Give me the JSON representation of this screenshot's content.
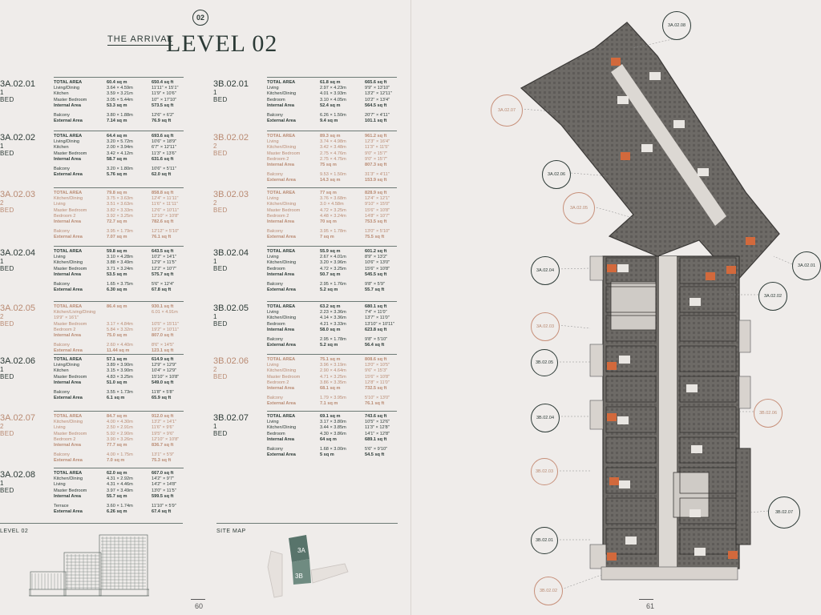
{
  "header": {
    "badge": "02",
    "arrival": "THE ARRIVAL",
    "level_title": "LEVEL 02"
  },
  "footer": {
    "left_page": "60",
    "right_page": "61",
    "level_label": "LEVEL 02",
    "site_map_label": "SITE MAP",
    "site_map_3a": "3A",
    "site_map_3b": "3B"
  },
  "units_left": [
    {
      "code": "3A.02.01",
      "beds": "1 BED",
      "beige": false,
      "total": [
        "TOTAL AREA",
        "60.4 sq m",
        "650.4 sq ft"
      ],
      "rows": [
        [
          "Living/Dining",
          "3.64 × 4.59m",
          "11'11\" × 15'1\""
        ],
        [
          "Kitchen",
          "3.59 × 3.21m",
          "11'9\" × 10'6\""
        ],
        [
          "Master Bedroom",
          "3.05 × 5.44m",
          "10'\" × 17'10\""
        ],
        [
          "Internal Area",
          "53.3 sq m",
          "573.5 sq ft"
        ],
        [
          "Balcony",
          "3.80 × 1.88m",
          "12'6\" × 6'2\""
        ],
        [
          "External Area",
          "7.14 sq m",
          "76.9 sq ft"
        ]
      ]
    },
    {
      "code": "3A.02.02",
      "beds": "1 BED",
      "beige": false,
      "total": [
        "TOTAL AREA",
        "64.4 sq m",
        "693.6 sq ft"
      ],
      "rows": [
        [
          "Living/Dining",
          "3.20 × 5.72m",
          "10'6\" × 18'9\""
        ],
        [
          "Kitchen",
          "2.00 × 3.94m",
          "6'7\" × 12'11\""
        ],
        [
          "Master Bedroom",
          "3.42 × 4.12m",
          "11'3\" × 13'6\""
        ],
        [
          "Internal Area",
          "58.7 sq m",
          "631.6 sq ft"
        ],
        [
          "Balcony",
          "3.20 × 1.80m",
          "10'6\" × 5'11\""
        ],
        [
          "External Area",
          "5.76 sq m",
          "62.0 sq ft"
        ]
      ]
    },
    {
      "code": "3A.02.03",
      "beds": "2 BED",
      "beige": true,
      "total": [
        "TOTAL AREA",
        "79.8 sq m",
        "858.8 sq ft"
      ],
      "rows": [
        [
          "Kitchen/Dining",
          "3.75 × 3.63m",
          "12'4\" × 11'11\""
        ],
        [
          "Living",
          "3.51 × 3.63m",
          "11'6\" × 11'11\""
        ],
        [
          "Master Bedroom",
          "3.82 × 3.33m",
          "12'6\" × 10'11\""
        ],
        [
          "Bedroom 2",
          "3.92 × 3.25m",
          "12'10\" × 10'8\""
        ],
        [
          "Internal Area",
          "72.7 sq m",
          "782.6 sq ft"
        ],
        [
          "Balcony",
          "3.95 × 1.79m",
          "12'12\" × 5'10\""
        ],
        [
          "External Area",
          "7.07 sq m",
          "76.1 sq ft"
        ]
      ]
    },
    {
      "code": "3A.02.04",
      "beds": "1 BED",
      "beige": false,
      "total": [
        "TOTAL AREA",
        "59.8 sq m",
        "643.5 sq ft"
      ],
      "rows": [
        [
          "Living",
          "3.10 × 4.28m",
          "10'2\" × 14'1\""
        ],
        [
          "Kitchen/Dining",
          "3.88 × 3.49m",
          "12'9\" × 11'5\""
        ],
        [
          "Master Bedroom",
          "3.71 × 3.24m",
          "12'2\" × 10'7\""
        ],
        [
          "Internal Area",
          "53.5 sq m",
          "575.7 sq ft"
        ],
        [
          "Balcony",
          "1.65 × 3.75m",
          "5'6\" × 12'4\""
        ],
        [
          "External Area",
          "6.30 sq m",
          "67.8 sq ft"
        ]
      ]
    },
    {
      "code": "3A.02.05",
      "beds": "2 BED",
      "beige": true,
      "total": [
        "TOTAL AREA",
        "86.4 sq m",
        "930.1 sq ft"
      ],
      "rows": [
        [
          "Kitchen/Living/Dining",
          "",
          "6.01 × 4.91m"
        ],
        [
          "19'9\" × 16'1\"",
          "",
          ""
        ],
        [
          "Master Bedroom",
          "3.17 × 4.84m",
          "10'5\" × 15'11\""
        ],
        [
          "Bedroom 2",
          "5.84 × 3.32m",
          "19'2\" × 10'11\""
        ],
        [
          "Internal Area",
          "75.0 sq m",
          "807.0 sq ft"
        ],
        [
          "Balcony",
          "2.60 × 4.40m",
          "8'6\" × 14'5\""
        ],
        [
          "External Area",
          "11.44 sq m",
          "123.1 sq ft"
        ]
      ]
    },
    {
      "code": "3A.02.06",
      "beds": "1 BED",
      "beige": false,
      "total": [
        "TOTAL AREA",
        "57.1 sq m",
        "614.9 sq ft"
      ],
      "rows": [
        [
          "Living/Dining",
          "3.89 × 3.90m",
          "12'9\" × 12'9\""
        ],
        [
          "Kitchen",
          "3.15 × 3.90m",
          "10'4\" × 12'9\""
        ],
        [
          "Master Bedroom",
          "4.83 × 3.25m",
          "15'10\" × 10'8\""
        ],
        [
          "Internal Area",
          "51.0 sq m",
          "549.0 sq ft"
        ],
        [
          "Balcony",
          "3.55 × 1.73m",
          "11'8\" × 5'8\""
        ],
        [
          "External Area",
          "6.1 sq m",
          "65.9 sq ft"
        ]
      ]
    },
    {
      "code": "3A.02.07",
      "beds": "2 BED",
      "beige": true,
      "total": [
        "TOTAL AREA",
        "84.7 sq m",
        "912.0 sq ft"
      ],
      "rows": [
        [
          "Kitchen/Dining",
          "4.00 × 4.30m",
          "13'2\" × 14'1\""
        ],
        [
          "Living",
          "2.50 × 2.91m",
          "11'6\" × 9'6\""
        ],
        [
          "Master Bedroom",
          "5.92 × 2.90m",
          "19'5\" × 9'6\""
        ],
        [
          "Bedroom 2",
          "3.90 × 3.26m",
          "12'10\" × 10'8\""
        ],
        [
          "Internal Area",
          "77.7 sq m",
          "836.7 sq ft"
        ],
        [
          "Balcony",
          "4.00 × 1.75m",
          "13'1\" × 5'9\""
        ],
        [
          "External Area",
          "7.0 sq m",
          "75.3 sq ft"
        ]
      ]
    },
    {
      "code": "3A.02.08",
      "beds": "1 BED",
      "beige": false,
      "total": [
        "TOTAL AREA",
        "62.0 sq m",
        "667.0 sq ft"
      ],
      "rows": [
        [
          "Kitchen/Dining",
          "4.31 × 2.92m",
          "14'2\" × 9'7\""
        ],
        [
          "Living",
          "4.31 × 4.46m",
          "14'2\" × 14'8\""
        ],
        [
          "Master Bedroom",
          "3.97 × 3.49m",
          "13'0\" × 11'5\""
        ],
        [
          "Internal Area",
          "55.7 sq m",
          "599.5 sq ft"
        ],
        [
          "Terrace",
          "3.60 × 1.74m",
          "11'10\" × 5'9\""
        ],
        [
          "External Area",
          "6.26 sq m",
          "67.4 sq ft"
        ]
      ]
    }
  ],
  "units_right": [
    {
      "code": "3B.02.01",
      "beds": "1 BED",
      "beige": false,
      "total": [
        "TOTAL AREA",
        "61.8 sq m",
        "665.6 sq ft"
      ],
      "rows": [
        [
          "Living",
          "2.97 × 4.23m",
          "9'9\" × 13'10\""
        ],
        [
          "Kitchen/Dining",
          "4.01 × 3.93m",
          "13'2\" × 12'11\""
        ],
        [
          "Bedroom",
          "3.10 × 4.05m",
          "10'2\" × 13'4\""
        ],
        [
          "Internal Area",
          "52.4 sq m",
          "564.5 sq ft"
        ],
        [
          "Balcony",
          "6.26 × 1.50m",
          "20'7\" × 4'11\""
        ],
        [
          "External Area",
          "9.4 sq m",
          "101.1 sq ft"
        ]
      ]
    },
    {
      "code": "3B.02.02",
      "beds": "2 BED",
      "beige": true,
      "total": [
        "TOTAL AREA",
        "89.3 sq m",
        "961.2 sq ft"
      ],
      "rows": [
        [
          "Living",
          "3.74 × 4.98m",
          "12'3\" × 16'4\""
        ],
        [
          "Kitchen/Dining",
          "3.42 × 3.48m",
          "11'3\" × 11'5\""
        ],
        [
          "Master Bedroom",
          "2.75 × 4.76m",
          "9'0\" × 15'7\""
        ],
        [
          "Bedroom 2",
          "2.75 × 4.75m",
          "9'0\" × 15'7\""
        ],
        [
          "Internal Area",
          "75 sq m",
          "807.3 sq ft"
        ],
        [
          "Balcony",
          "9.53 × 1.50m",
          "31'3\" × 4'11\""
        ],
        [
          "External Area",
          "14.3 sq m",
          "153.9 sq ft"
        ]
      ]
    },
    {
      "code": "3B.02.03",
      "beds": "2 BED",
      "beige": true,
      "total": [
        "TOTAL AREA",
        "77 sq m",
        "828.9 sq ft"
      ],
      "rows": [
        [
          "Living",
          "3.76 × 3.68m",
          "12'4\" × 12'1\""
        ],
        [
          "Kitchen/Dining",
          "3.0 × 4.58m",
          "9'10\" × 15'0\""
        ],
        [
          "Master Bedroom",
          "4.72 × 3.25m",
          "15'6\" × 10'8\""
        ],
        [
          "Bedroom 2",
          "4.48 × 3.24m",
          "14'8\" × 10'7\""
        ],
        [
          "Internal Area",
          "70 sq m",
          "753.5 sq ft"
        ],
        [
          "Balcony",
          "3.95 × 1.78m",
          "13'0\" × 5'10\""
        ],
        [
          "External Area",
          "7 sq m",
          "75.5 sq ft"
        ]
      ]
    },
    {
      "code": "3B.02.04",
      "beds": "1 BED",
      "beige": false,
      "total": [
        "TOTAL AREA",
        "55.9 sq m",
        "601.2 sq ft"
      ],
      "rows": [
        [
          "Living",
          "2.67 × 4.01m",
          "8'9\" × 13'2\""
        ],
        [
          "Kitchen/Dining",
          "3.20 × 3.96m",
          "10'6\" × 13'0\""
        ],
        [
          "Bedroom",
          "4.72 × 3.25m",
          "15'6\" × 10'8\""
        ],
        [
          "Internal Area",
          "50.7 sq m",
          "545.5 sq ft"
        ],
        [
          "Balcony",
          "2.95 × 1.76m",
          "9'8\" × 5'9\""
        ],
        [
          "External Area",
          "5.2 sq m",
          "55.7 sq ft"
        ]
      ]
    },
    {
      "code": "3B.02.05",
      "beds": "1 BED",
      "beige": false,
      "total": [
        "TOTAL AREA",
        "63.2 sq m",
        "680.1 sq ft"
      ],
      "rows": [
        [
          "Living",
          "2.23 × 3.36m",
          "7'4\" × 11'0\""
        ],
        [
          "Kitchen/Dining",
          "4.14 × 3.36m",
          "13'7\" × 11'0\""
        ],
        [
          "Bedroom",
          "4.21 × 3.33m",
          "13'10\" × 10'11\""
        ],
        [
          "Internal Area",
          "58.0 sq m",
          "623.8 sq ft"
        ],
        [
          "Balcony",
          "2.95 × 1.78m",
          "9'8\" × 5'10\""
        ],
        [
          "External Area",
          "5.2 sq m",
          "56.4 sq ft"
        ]
      ]
    },
    {
      "code": "3B.02.06",
      "beds": "2 BED",
      "beige": true,
      "total": [
        "TOTAL AREA",
        "75.1 sq m",
        "808.6 sq ft"
      ],
      "rows": [
        [
          "Living",
          "3.96 × 3.19m",
          "13'0\" × 10'5\""
        ],
        [
          "Kitchen/Dining",
          "2.90 × 4.64m",
          "9'6\" × 15'3\""
        ],
        [
          "Master Bedroom",
          "4.71 × 3.25m",
          "15'6\" × 10'8\""
        ],
        [
          "Bedroom 2",
          "3.86 × 3.35m",
          "12'8\" × 11'0\""
        ],
        [
          "Internal Area",
          "68.1 sq m",
          "732.5 sq ft"
        ],
        [
          "Balcony",
          "1.79 × 3.95m",
          "5'10\" × 13'0\""
        ],
        [
          "External Area",
          "7.1 sq m",
          "76.1 sq ft"
        ]
      ]
    },
    {
      "code": "3B.02.07",
      "beds": "1 BED",
      "beige": false,
      "total": [
        "TOTAL AREA",
        "69.1 sq m",
        "743.6 sq ft"
      ],
      "rows": [
        [
          "Living",
          "3.17 × 3.80m",
          "10'5\" × 12'6\""
        ],
        [
          "Kitchen/Dining",
          "3.44 × 3.85m",
          "11'3\" × 12'8\""
        ],
        [
          "Bedroom",
          "4.30 × 3.86m",
          "14'1\" × 12'8\""
        ],
        [
          "Internal Area",
          "64 sq m",
          "689.1 sq ft"
        ],
        [
          "Balcony",
          "1.68 × 3.00m",
          "5'6\" × 9'10\""
        ],
        [
          "External Area",
          "5 sq m",
          "54.5 sq ft"
        ]
      ]
    }
  ],
  "plan_labels": [
    {
      "text": "3A.02.08",
      "beige": false
    },
    {
      "text": "3A.02.07",
      "beige": true
    },
    {
      "text": "3A.02.06",
      "beige": false
    },
    {
      "text": "3A.02.05",
      "beige": true
    },
    {
      "text": "3A.02.04",
      "beige": false
    },
    {
      "text": "3A.02.01",
      "beige": false
    },
    {
      "text": "3A.02.02",
      "beige": false
    },
    {
      "text": "3A.02.03",
      "beige": true
    },
    {
      "text": "3B.02.05",
      "beige": false
    },
    {
      "text": "3B.02.04",
      "beige": false
    },
    {
      "text": "3B.02.06",
      "beige": true
    },
    {
      "text": "3B.02.03",
      "beige": true
    },
    {
      "text": "3B.02.07",
      "beige": false
    },
    {
      "text": "3B.02.01",
      "beige": false
    },
    {
      "text": "3B.02.02",
      "beige": true
    }
  ],
  "colors": {
    "ink": "#2c3a36",
    "beige": "#b98a72",
    "accent_orange": "#d2693c",
    "site_green": "#58746b"
  }
}
